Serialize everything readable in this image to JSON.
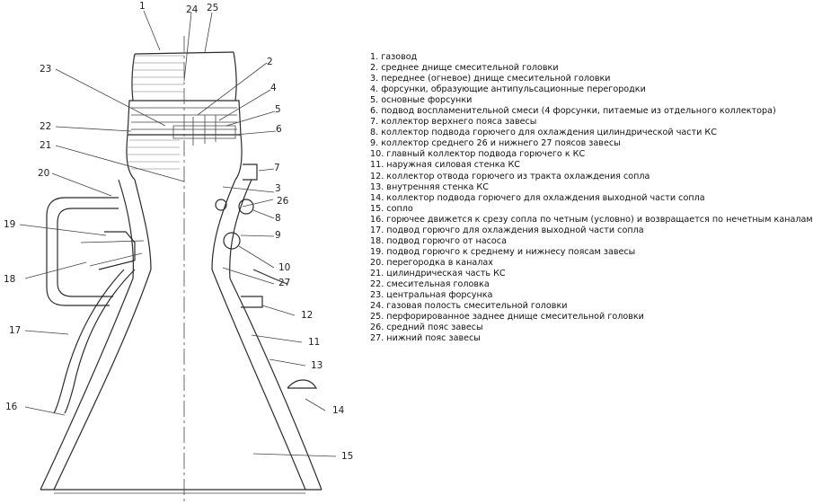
{
  "callouts": [
    "1",
    "2",
    "3",
    "4",
    "5",
    "6",
    "7",
    "8",
    "9",
    "10",
    "11",
    "12",
    "13",
    "14",
    "15",
    "16",
    "17",
    "18",
    "19",
    "20",
    "21",
    "22",
    "23",
    "24",
    "25",
    "26",
    "27"
  ],
  "legend": [
    "1. газовод",
    "2. среднее днище смесительной головки",
    "3. переднее (огневое) днище смесительной головки",
    "4. форсунки, образующие антипульсационные перегородки",
    "5. основные форсунки",
    "6. подвод воспламенительной смеси (4 форсунки, питаемые из отдельного коллектора)",
    "7. коллектор верхнего пояса завесы",
    "8. коллектор подвода горючего для охлаждения цилиндрической части КС",
    "9. коллектор среднего 26 и нижнего 27 поясов завесы",
    "10. главный коллектор подвода горючего к КС",
    "11. наружная силовая стенка КС",
    "12. коллектор отвода горючего из тракта охлаждения сопла",
    "13. внутренняя стенка КС",
    "14. коллектор подвода горючего для охлаждения выходной части сопла",
    "15. сопло",
    "16. горючее движется к срезу сопла по четным (условно) и возвращается по нечетным каналам",
    "17. подвод горючго для охлаждения выходной части сопла",
    "18. подвод горючго от насоса",
    "19. подвод горючго к среднему и нижнесу поясам завесы",
    "20. перегородка в каналах",
    "21. цилиндрическая часть КС",
    "22. смесительная головка",
    "23. центральная форсунка",
    "24. газовая полость смесительной головки",
    "25. перфорированное заднее днище смесительной головки",
    "26. средний пояс завесы",
    "27. нижний пояс завесы"
  ]
}
